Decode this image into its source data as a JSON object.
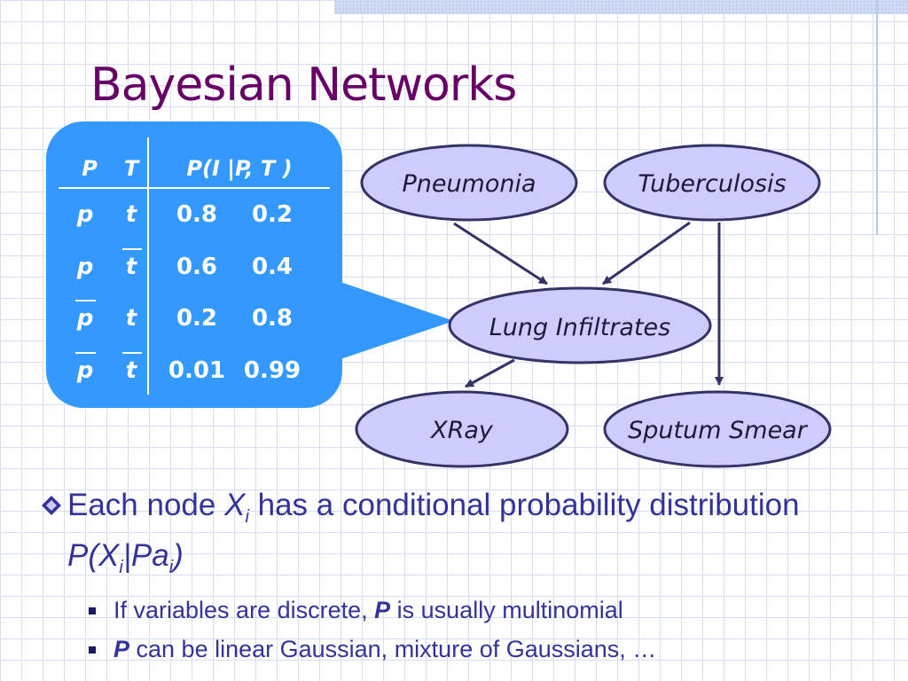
{
  "slide": {
    "title": "Bayesian Networks"
  },
  "cpt": {
    "headers": {
      "p": "P",
      "t": "T",
      "dist": "P(I |P, T )"
    },
    "rows": [
      {
        "p": "p",
        "p_negated": false,
        "t": "t",
        "t_negated": false,
        "v1": "0.8",
        "v2": "0.2"
      },
      {
        "p": "p",
        "p_negated": false,
        "t": "t",
        "t_negated": true,
        "v1": "0.6",
        "v2": "0.4"
      },
      {
        "p": "p",
        "p_negated": true,
        "t": "t",
        "t_negated": false,
        "v1": "0.2",
        "v2": "0.8"
      },
      {
        "p": "p",
        "p_negated": true,
        "t": "t",
        "t_negated": true,
        "v1": "0.01",
        "v2": "0.99"
      }
    ],
    "color": "#3399ff"
  },
  "network": {
    "node_fill": "#ccccff",
    "node_stroke": "#333366",
    "nodes": {
      "pneumonia": "Pneumonia",
      "tuberculosis": "Tuberculosis",
      "lung": "Lung Infiltrates",
      "xray": "XRay",
      "sputum": "Sputum Smear"
    },
    "edges": [
      [
        "Pneumonia",
        "Lung Infiltrates"
      ],
      [
        "Tuberculosis",
        "Lung Infiltrates"
      ],
      [
        "Lung Infiltrates",
        "XRay"
      ],
      [
        "Tuberculosis",
        "Sputum Smear"
      ]
    ]
  },
  "bullets": {
    "main": {
      "t1": "Each node ",
      "x": "X",
      "sub_i1": "i",
      "t2": " has a conditional probability distribution ",
      "p_open": "P(X",
      "sub_i2": "i",
      "bar_pa": "|Pa",
      "sub_i3": "i",
      "close": ")"
    },
    "sub1": {
      "t1": "If variables are discrete, ",
      "p": "P",
      "t2": "  is usually multinomial"
    },
    "sub2": {
      "p": "P",
      "t": "  can be linear Gaussian, mixture of Gaussians, …"
    }
  }
}
